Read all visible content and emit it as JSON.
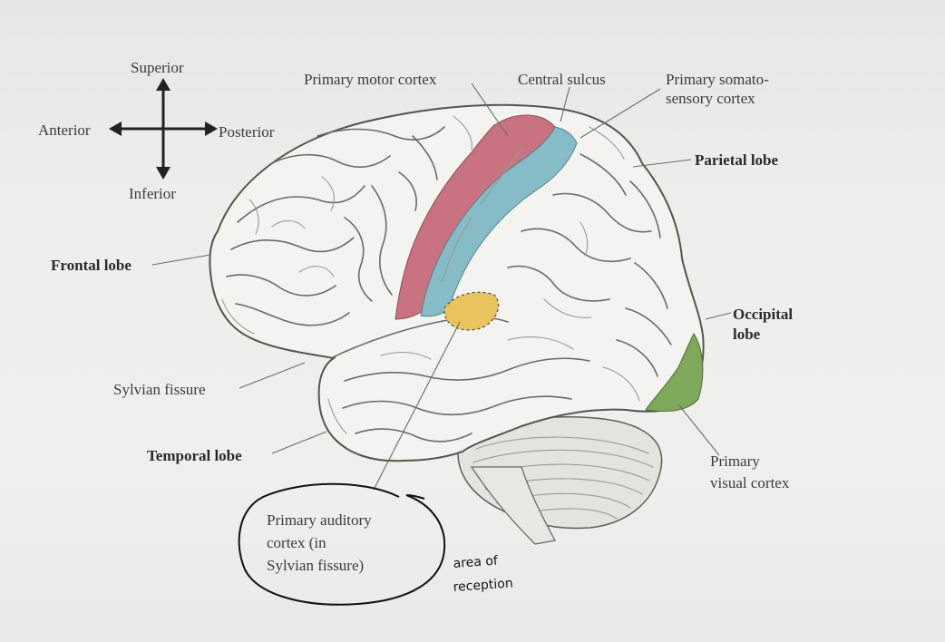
{
  "orientation": {
    "superior": "Superior",
    "inferior": "Inferior",
    "anterior": "Anterior",
    "posterior": "Posterior"
  },
  "labels": {
    "primary_motor_cortex": "Primary motor cortex",
    "central_sulcus": "Central sulcus",
    "primary_somatosensory_line1": "Primary somato-",
    "primary_somatosensory_line2": "sensory cortex",
    "parietal_lobe": "Parietal lobe",
    "frontal_lobe": "Frontal lobe",
    "occipital_lobe_line1": "Occipital",
    "occipital_lobe_line2": "lobe",
    "sylvian_fissure": "Sylvian fissure",
    "temporal_lobe": "Temporal lobe",
    "primary_visual_line1": "Primary",
    "primary_visual_line2": "visual cortex",
    "primary_auditory_line1": "Primary auditory",
    "primary_auditory_line2": "cortex (in",
    "primary_auditory_line3": "Sylvian fissure)"
  },
  "handwritten_note": {
    "line1": "area of",
    "line2": "reception"
  },
  "colors": {
    "motor_cortex": "#c8737f",
    "somatosensory_cortex": "#86bcc6",
    "auditory_cortex": "#e8c35e",
    "visual_cortex": "#7ea85a",
    "brain_surface": "#f2f2ee",
    "sulcus_lines": "#6a6a66"
  }
}
